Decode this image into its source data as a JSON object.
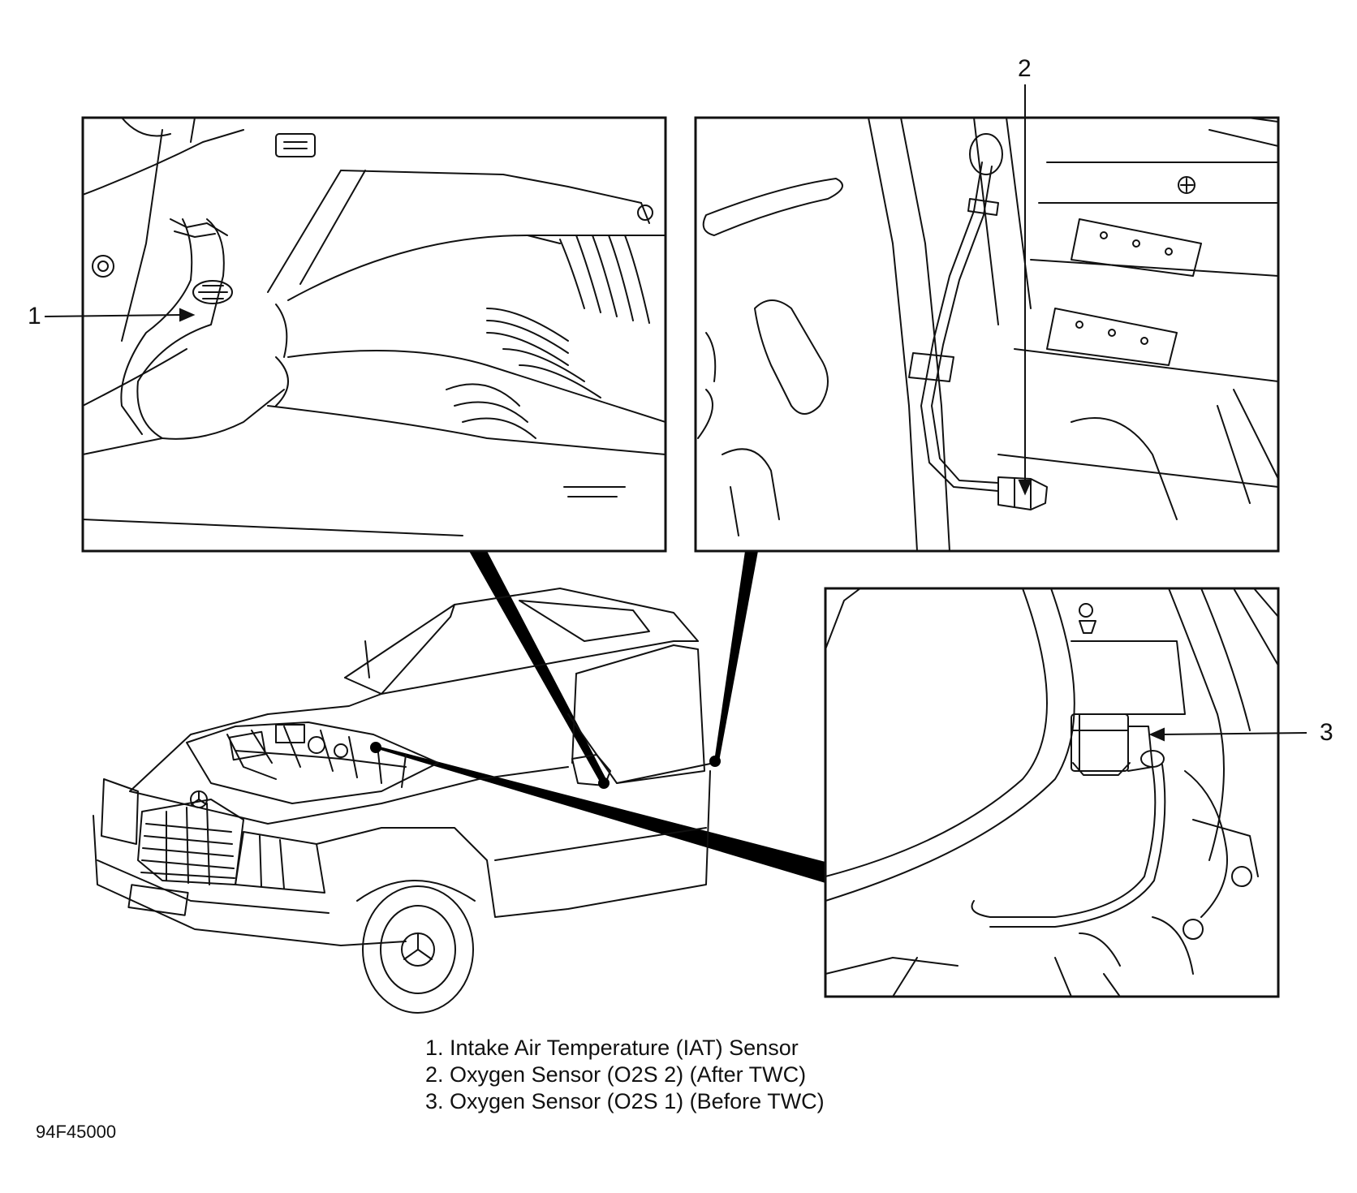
{
  "callouts": {
    "c1": "1",
    "c2": "2",
    "c3": "3"
  },
  "legend": [
    "1. Intake Air Temperature (IAT) Sensor",
    "2. Oxygen Sensor (O2S 2) (After TWC)",
    "3. Oxygen Sensor (O2S 1) (Before TWC)"
  ],
  "figure_code": "94F45000"
}
